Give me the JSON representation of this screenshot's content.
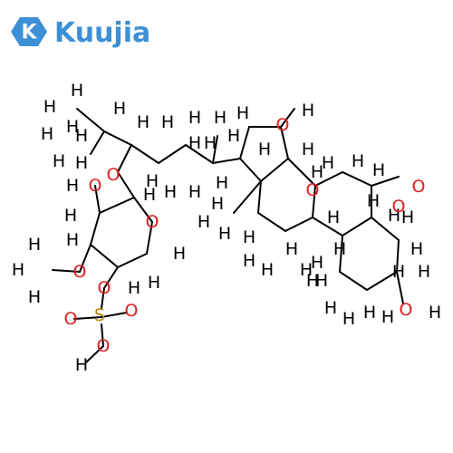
{
  "logo": {
    "text": "Kuujia",
    "color": "#3d8fd6",
    "icon": "kuujia-k-hexagon-icon"
  },
  "colors": {
    "bond": "#000000",
    "hydrogen": "#000000",
    "oxygen": "#e02020",
    "sulfur": "#b8860b"
  },
  "atoms": {
    "carbon_hydrogen": "H",
    "oxygen": "O",
    "sulfur": "S",
    "hydroxyl_oh": "O",
    "hydroxyl_h": "H"
  }
}
